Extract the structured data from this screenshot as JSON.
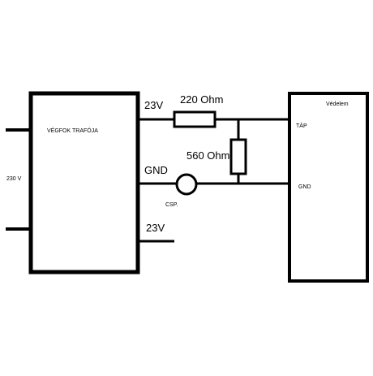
{
  "labels": {
    "transformer": "VÉGFOK TRAFÓJA",
    "input_voltage": "230 V",
    "output_top": "23V",
    "output_bottom": "23V",
    "gnd_left": "GND",
    "fuse": "CSP.",
    "resistor_series": "220 Ohm",
    "resistor_parallel": "560 Ohm",
    "protection_box": "Védelem",
    "supply_pin": "TÁP",
    "gnd_pin": "GND"
  },
  "colors": {
    "line": "#000000",
    "background": "#ffffff"
  }
}
